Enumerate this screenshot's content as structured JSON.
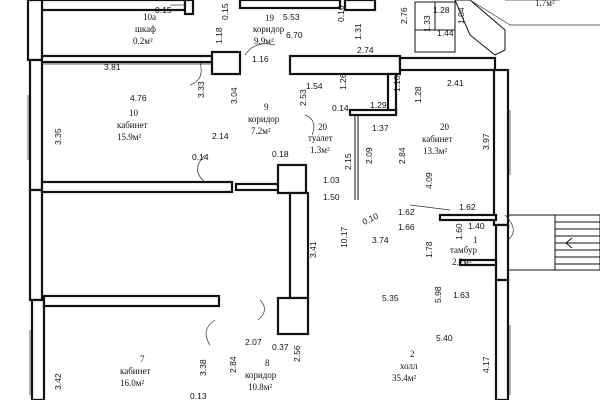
{
  "rooms": {
    "r10a": {
      "num": "10а",
      "name": "шкаф",
      "area": "0.2м²"
    },
    "r19": {
      "num": "19",
      "name": "коридор",
      "area": "9.9м²"
    },
    "r10": {
      "num": "10",
      "name": "кабинет",
      "area": "15.9м²"
    },
    "r9": {
      "num": "9",
      "name": "коридор",
      "area": "7.2м²"
    },
    "r20t": {
      "num": "20",
      "name": "туалет",
      "area": "1.3м²"
    },
    "r20k": {
      "num": "20",
      "name": "кабинет",
      "area": "13.3м²"
    },
    "r1": {
      "num": "1",
      "name": "тамбур",
      "area": "2.2м²"
    },
    "r2": {
      "num": "2",
      "name": "холл",
      "area": "35.4м²"
    },
    "r7": {
      "num": "7",
      "name": "кабинет",
      "area": "16.0м²"
    },
    "r8": {
      "num": "8",
      "name": "коридор",
      "area": "10.8м²"
    },
    "rtop": {
      "area": "1.7м²"
    }
  },
  "dims": {
    "d1": "0.15",
    "d2": "0.15",
    "d3": "5.53",
    "d4": "0.16",
    "d5": "2.76",
    "d6": "1.28",
    "d7": "1.04",
    "d8": "1.33",
    "d9": "1.44",
    "d10": "1.18",
    "d11": "6.70",
    "d12": "1.31",
    "d13": "2.74",
    "d14": "1.16",
    "d15": "3.81",
    "d16": "3.33",
    "d17": "4.76",
    "d18": "3.04",
    "d19": "2.53",
    "d20": "1.54",
    "d21": "1.26",
    "d22": "1.10",
    "d23": "2.41",
    "d24": "0.14",
    "d25": "1.29",
    "d26": "1.28",
    "d27": "1.37",
    "d28": "3.97",
    "d29": "3.35",
    "d30": "0.14",
    "d31": "0.18",
    "d32": "2.14",
    "d33": "2.15",
    "d34": "2.09",
    "d35": "2.84",
    "d36": "4.09",
    "d37": "1.03",
    "d38": "1.50",
    "d39": "0.10",
    "d40": "1.62",
    "d41": "1.62",
    "d42": "1.40",
    "d43": "1.66",
    "d44": "1.60",
    "d45": "10.17",
    "d46": "3.41",
    "d47": "3.74",
    "d48": "1.78",
    "d49": "5.35",
    "d50": "5.98",
    "d51": "1.63",
    "d52": "5.40",
    "d53": "2.07",
    "d54": "0.37",
    "d55": "2.84",
    "d56": "2.56",
    "d57": "3.38",
    "d58": "4.17",
    "d59": "3.42",
    "d60": "0.13"
  }
}
